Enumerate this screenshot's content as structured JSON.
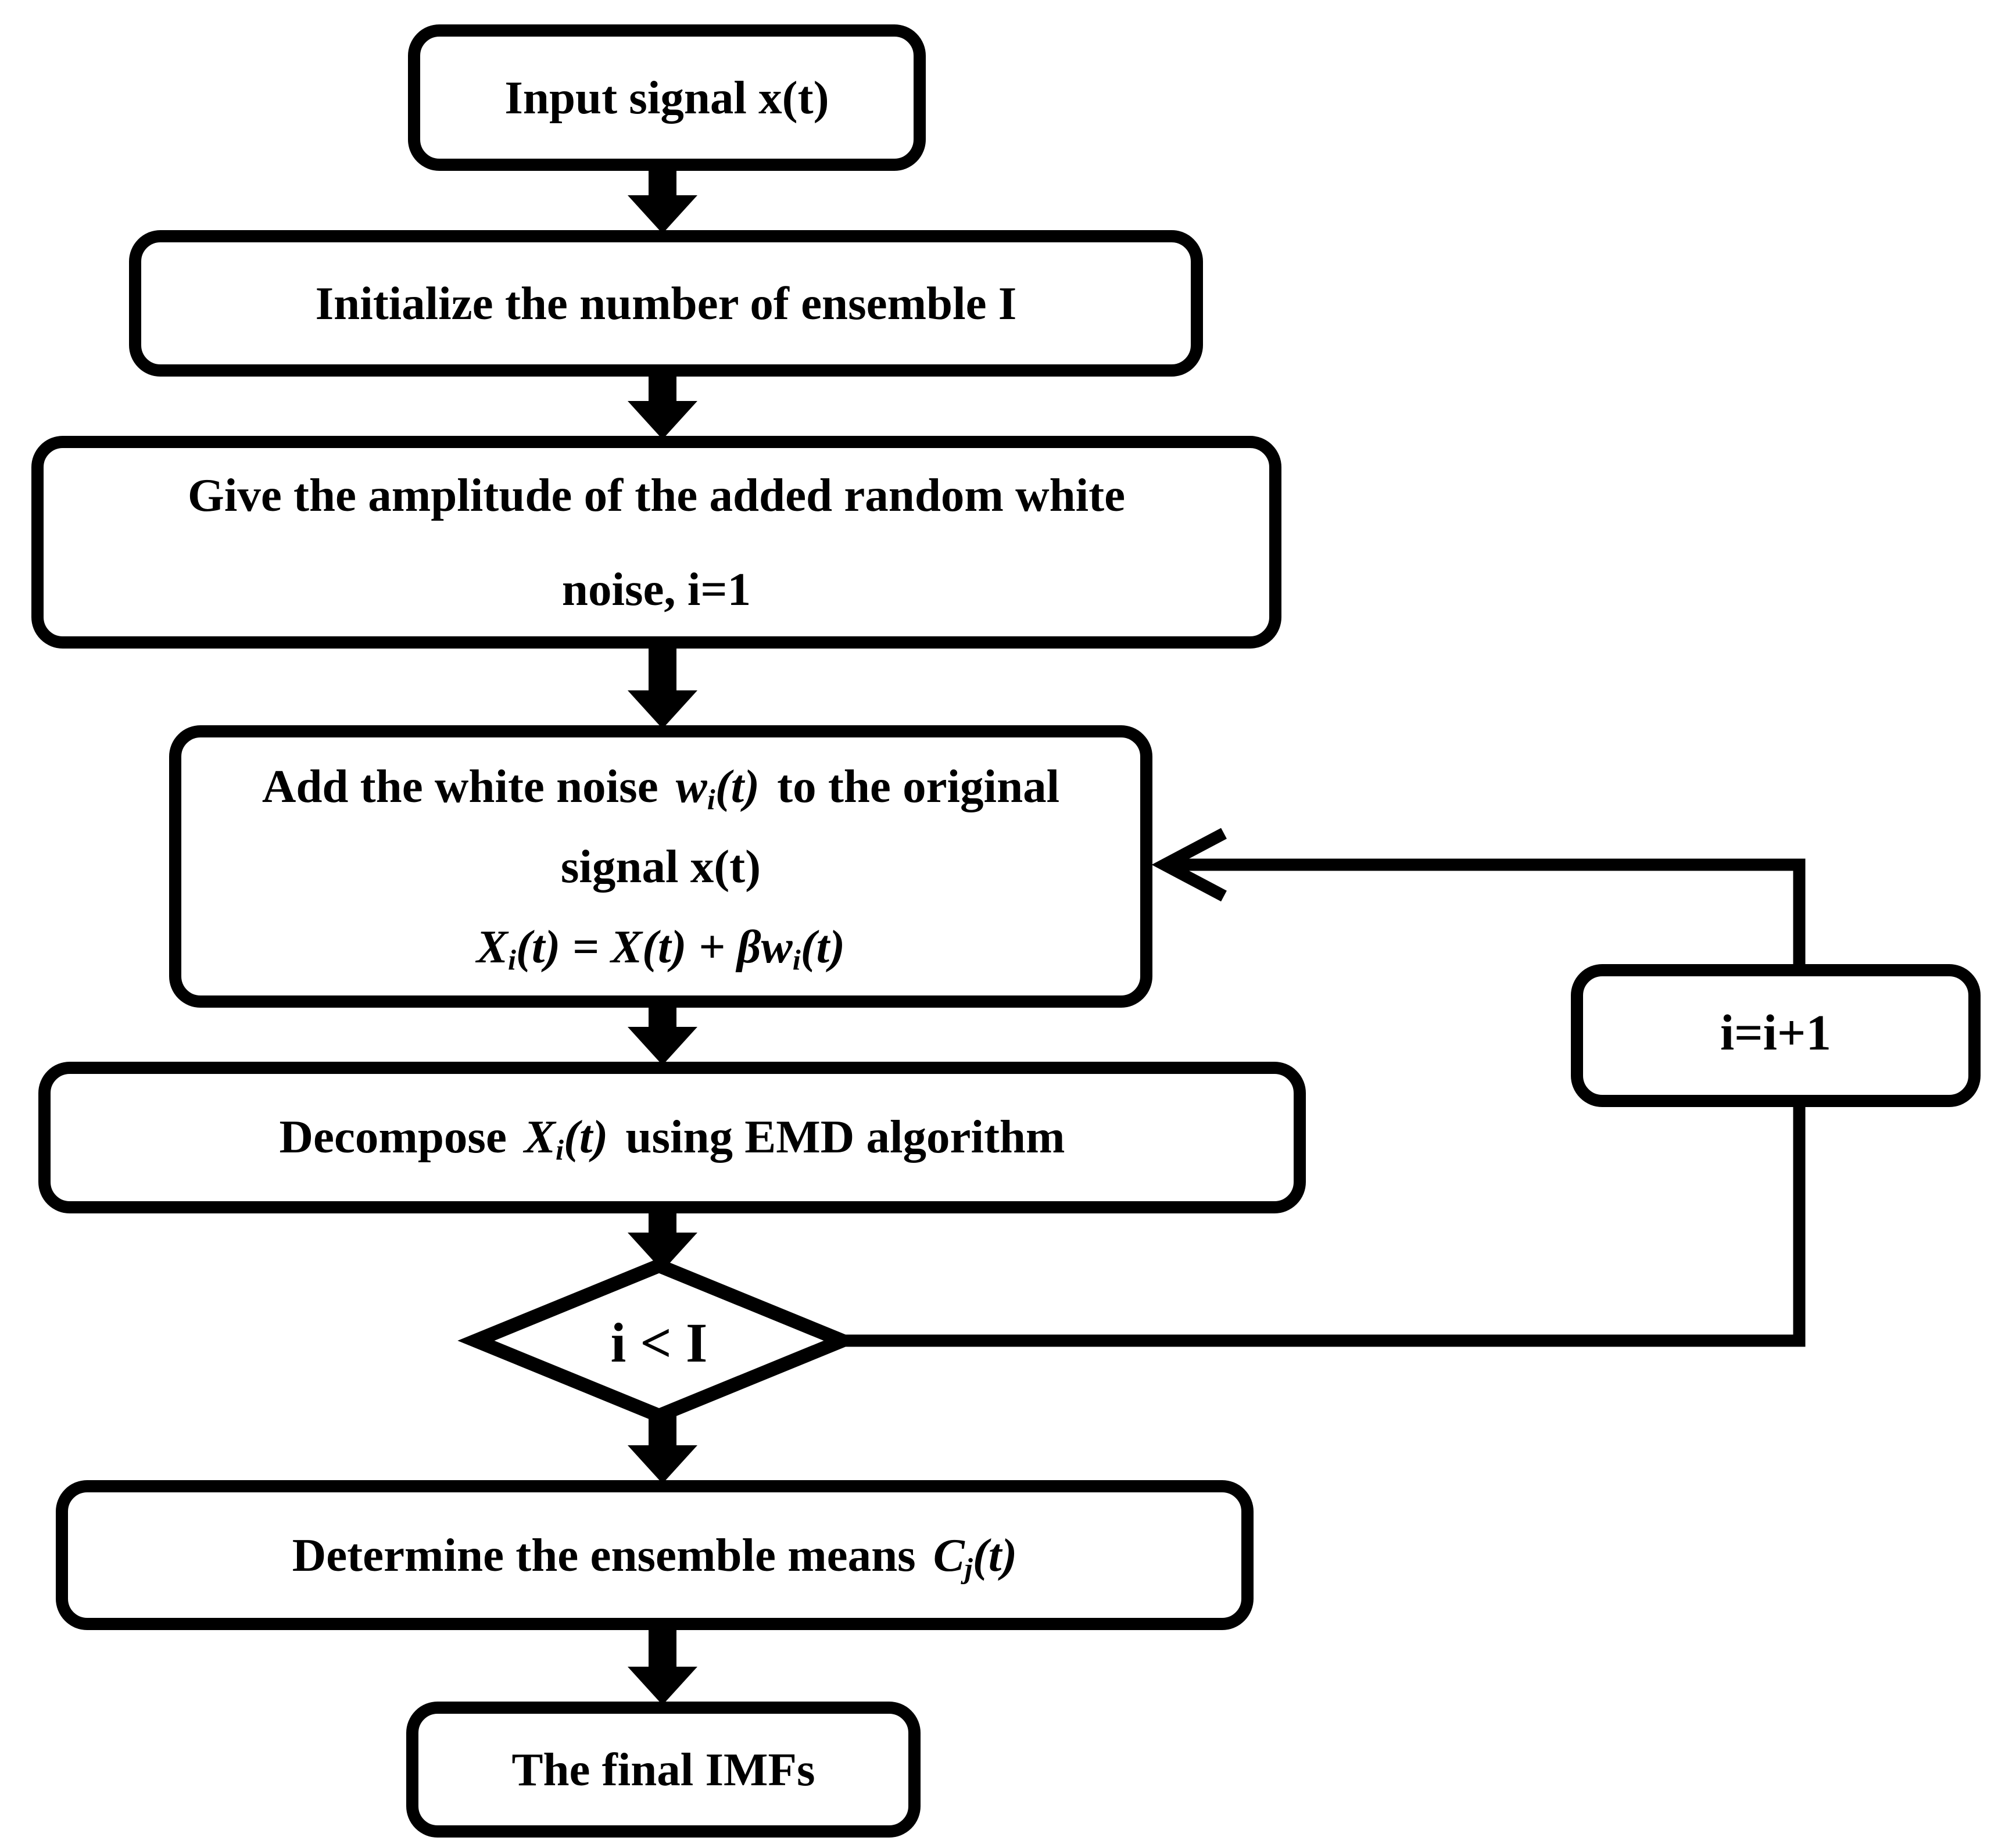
{
  "figure": {
    "background": "#ffffff",
    "ink": "#000000"
  },
  "nodes": {
    "input": {
      "label": "Input signal x(t)"
    },
    "initialize": {
      "label": "Initialize the number of ensemble I"
    },
    "amplitude": {
      "line1": "Give the amplitude of the added random white",
      "line2": "noise, i=1"
    },
    "add_noise": {
      "line1_pre": "Add the white noise",
      "w_base": "w",
      "w_sub": "i",
      "w_rest": "(t)",
      "line1_post": "to the original",
      "line2": "signal x(t)",
      "formula_lhs_base": "X",
      "formula_lhs_sub": "i",
      "formula_mid": "(t) = X(t) + βw",
      "formula_w_sub": "i",
      "formula_end": "(t)"
    },
    "decompose": {
      "pre": "Decompose",
      "x_base": "X",
      "x_sub": "i",
      "x_rest": "(t)",
      "post": "using EMD algorithm"
    },
    "decision": {
      "label": "i < I"
    },
    "increment": {
      "label": "i=i+1"
    },
    "ensemble": {
      "pre": "Determine the ensemble means",
      "c_base": "C",
      "c_sub": "j",
      "c_rest": "(t)"
    },
    "final": {
      "label": "The final IMFs"
    }
  }
}
